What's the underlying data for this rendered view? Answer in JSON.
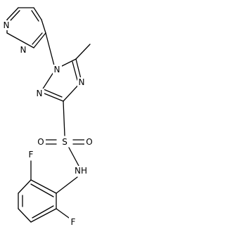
{
  "molecule": {
    "atoms": {
      "n_pyr_1": "N",
      "n_pyr_2": "N",
      "n_triazole_1": "N",
      "n_triazole_2": "N",
      "n_triazole_4": "N",
      "s_sulfonyl": "S",
      "o_sulfonyl_1": "O",
      "o_sulfonyl_2": "O",
      "nh_amide": "NH",
      "f_1": "F",
      "f_2": "F"
    }
  }
}
